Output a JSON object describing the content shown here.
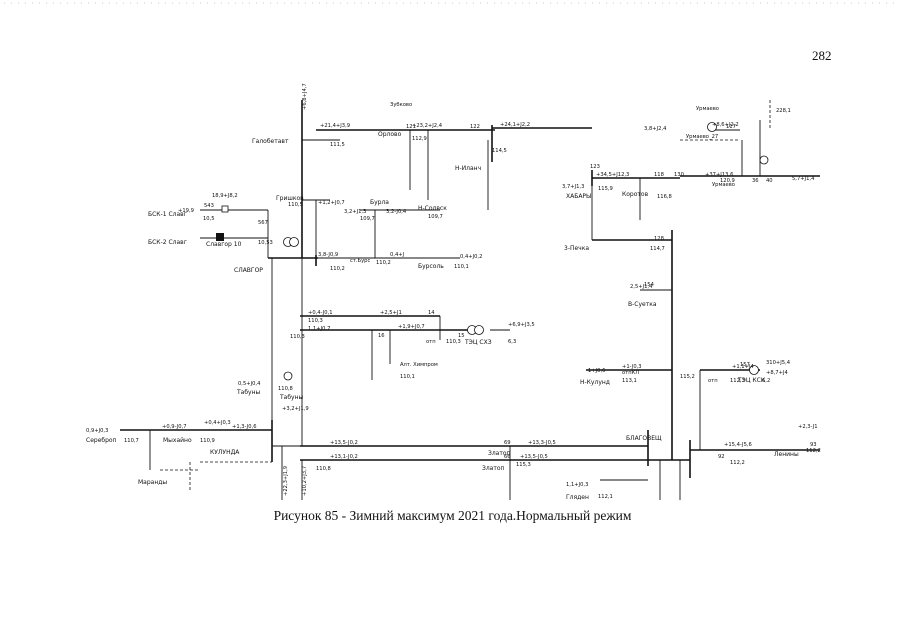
{
  "page_number": "282",
  "caption": "Рисунок 85 - Зимний максимум 2021 года.Нормальный режим",
  "labels": {
    "galobetavt": "Галобетавт",
    "zubkovo": "Зубково",
    "orlovo": "Орлово",
    "n_ilanch": "Н-Иланч",
    "urmaevo": "Урмаево",
    "urmaevo_27": "Урмаево_27",
    "urmaevo2": "Урмаево",
    "khabary": "ХАБАРЫ",
    "korotok": "Коротов",
    "grishkov": "Гришков",
    "burla": "Бурла",
    "n_solsk": "Н-Солвск",
    "bsk1": "БСК-1 Славг",
    "bsk2": "БСК-2 Славг",
    "slavgor10": "Славгор 10",
    "slavgor": "СЛАВГОР",
    "st_burs": "ст.Бурс",
    "bursol": "Бурсоль",
    "3_pechka": "3-Печка",
    "v_suetka": "В-Суетка",
    "otp1": "отп",
    "tets_skhz": "ТЭЦ СХЗ",
    "alt_khimprom": "Алт. Химпром",
    "tabuny": "Табуны",
    "tabuny2": "Табуны",
    "n_kulund": "Н-Кулунд",
    "otpkl": "отпКЛ",
    "otp2": "отп",
    "tets_ksk": "ТЭЦ КСК",
    "serebrop": "Сереброп",
    "mikhayno": "Мыхайно",
    "kulunda": "КУЛУНДА",
    "zlatop1": "Златоп",
    "zlatop2": "Златоп",
    "blagoveshch": "БЛАГОВЕЩ",
    "leniny": "Ленины",
    "glyaden": "Гляден",
    "marandy": "Маранды"
  },
  "flows": {
    "f1": "+21,4+J3,9",
    "f2": "+6,8+J4,7",
    "f3": "+23,2+J2,4",
    "f4": "+24,1+J2,2",
    "f5": "3,8+J2,4",
    "f6": "+8,6+J2,2",
    "f7": "+34,5+J12,3",
    "f8": "+37+J13,6",
    "f9": "5,7+J1,4",
    "f10": "+1,2+J0,7",
    "f11": "3,2+J1,3",
    "f12": "3,2-J0,4",
    "f13": "18,9+J8,2",
    "f14": "+19,9",
    "f15": "3,8-J0,9",
    "f16": "0,4+J",
    "f17": "0,4+J0,2",
    "f18": "+0,4-J0,1",
    "f19": "+2,5+J1",
    "f20": "+1,9+J0,7",
    "f21": "1,1+J0,7",
    "f22": "+6,9+J3,5",
    "f23": "3,7+J1,3",
    "f24": "2,5+J1,4",
    "f25": "0,5+J0,4",
    "f26": "+3,2+J1,9",
    "f27": "+0,4+J0,3",
    "f28": "+0,9-J0,7",
    "f29": "+1,3-J0,6",
    "f30": "0,9+J0,3",
    "f31": "+13,5-J0,2",
    "f32": "+13,3-J0,5",
    "f33": "+13,1-J0,2",
    "f34": "+13,5-J0,5",
    "f35": "1+J0,6",
    "f36": "+1-J0,3",
    "f37": "+1,1+J4",
    "f38": "310+J5,4",
    "f39": "+8,7+J4",
    "f40": "+15,4-J5,6",
    "f41": "+2,3-J1",
    "f42": "1,1+J0,3",
    "f43": "+22,3+J1,9",
    "f44": "+10,2+J3,7"
  },
  "voltages": {
    "v1": "111,5",
    "v2": "112,9",
    "v3": "114,5",
    "v4": "115,9",
    "v5": "116,8",
    "v6": "120,9",
    "v7": "228,1",
    "v8": "110,5",
    "v9": "109,7",
    "v10": "109,7",
    "v11": "10,5",
    "v12": "10,53",
    "v13": "110,2",
    "v14": "110,2",
    "v15": "110,1",
    "v16": "110,3",
    "v17": "110,3",
    "v18": "6,3",
    "v19": "110,1",
    "v20": "110,3",
    "v21": "110,8",
    "v22": "113,1",
    "v23": "112,3",
    "v24": "6,2",
    "v25": "110,7",
    "v26": "110,9",
    "v27": "110,8",
    "v28": "115,3",
    "v29": "112,2",
    "v30": "115,2",
    "v31": "112,1",
    "v32": "114,7",
    "v33": "112,2"
  },
  "nodes": {
    "n1": "121",
    "n2": "122",
    "n3": "118",
    "n4": "130",
    "n5": "36",
    "n6": "40",
    "n7": "543",
    "n8": "567",
    "n9": "14",
    "n10": "15",
    "n11": "16",
    "n12": "154",
    "n13": "69",
    "n14": "66",
    "n15": "93",
    "n16": "92",
    "n17": "157",
    "n18": "117",
    "n19": "123",
    "n20": "128"
  }
}
